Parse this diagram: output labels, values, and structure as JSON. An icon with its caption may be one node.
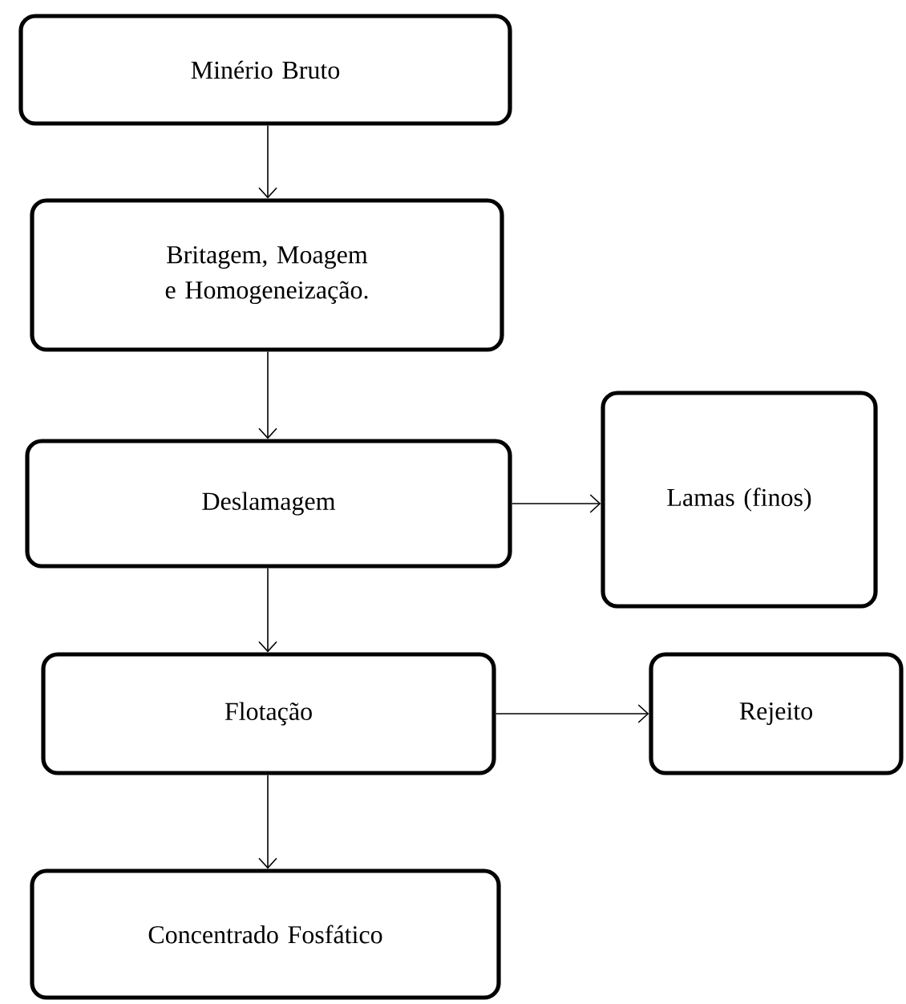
{
  "diagram": {
    "nodes": [
      {
        "text": [
          "Minério Bruto"
        ]
      },
      {
        "text": [
          "Britagem, Moagem e Homogeneização."
        ]
      },
      {
        "text": [
          "Deslamagem"
        ]
      },
      {
        "text": [
          "Lamas (finos)"
        ]
      },
      {
        "text": [
          "Flotação"
        ]
      },
      {
        "text": [
          "Rejeito"
        ]
      },
      {
        "text": [
          "Concentrado Fosfático"
        ]
      }
    ],
    "edges": [
      {
        "from": 0,
        "to": 1,
        "arrow": "to"
      },
      {
        "from": 1,
        "to": 2,
        "arrow": "to"
      },
      {
        "from": 2,
        "to": 3,
        "arrow": "to"
      },
      {
        "from": 2,
        "to": 4,
        "arrow": "to"
      },
      {
        "from": 4,
        "to": 5,
        "arrow": "to"
      },
      {
        "from": 4,
        "to": 6,
        "arrow": "to"
      }
    ]
  }
}
